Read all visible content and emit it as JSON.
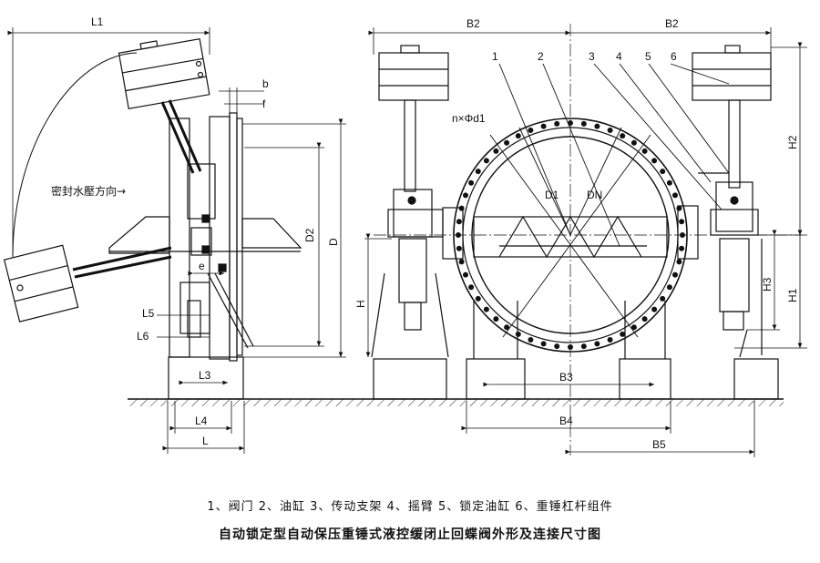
{
  "caption": "自动锁定型自动保压重锤式液控缓闭止回蝶阀外形及连接尺寸图",
  "legend_text": "1、阀门   2、油缸   3、传动支架   4、摇臂   5、锁定油缸   6、重锤杠杆组件",
  "flow_label": "密封水壓方向→",
  "dims": {
    "L1": "L1",
    "b": "b",
    "f": "f",
    "D2": "D2",
    "D": "D",
    "e": "e",
    "L5": "L5",
    "L6": "L6",
    "L3": "L3",
    "L4": "L4",
    "L": "L",
    "B2a": "B2",
    "B2b": "B2",
    "nd1": "n×Φd1",
    "D1": "D1",
    "DN": "DN",
    "H": "H",
    "H1": "H1",
    "H2": "H2",
    "H3": "H3",
    "B3": "B3",
    "B4": "B4",
    "B5": "B5"
  },
  "part_numbers": [
    "1",
    "2",
    "3",
    "4",
    "5",
    "6"
  ]
}
